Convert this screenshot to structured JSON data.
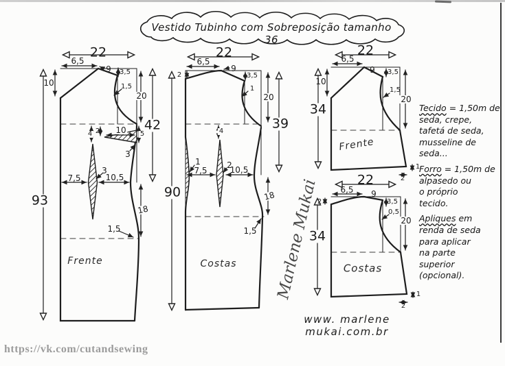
{
  "page": {
    "title": "Vestido Tubinho com Sobreposição  tamanho 36",
    "website": "www. marlene mukai.com.br",
    "watermark": "https://vk.com/cutandsewing",
    "signature": "Marlene Mukai"
  },
  "pieces": {
    "frente_main": {
      "label": "Frente",
      "m": {
        "width": "22",
        "shoulder_width": "6,5",
        "shoulder_length": "9",
        "neck_depth": "3,5",
        "neck_front_depth": "10",
        "armhole_curve": "1,5",
        "armhole_depth": "20",
        "waist_length": "42",
        "total_length": "93",
        "bust_dart_half": "2",
        "bust_dart_length": "10",
        "chest_to_dart": "5",
        "bust_dart_width": "3",
        "dart_apex_gap": "4",
        "waist_left": "7,5",
        "waist_dart_width": "3",
        "waist_right": "10,5",
        "hip_depth": "18",
        "hip_curve": "1,5"
      }
    },
    "costas_main": {
      "label": "Costas",
      "m": {
        "width": "22",
        "shoulder_width": "6,5",
        "shoulder_length": "9",
        "neck_depth": "3,5",
        "neck_back_depth": "2",
        "armhole_curve": "1",
        "armhole_depth": "20",
        "waist_length": "39",
        "total_length": "90",
        "dart_apex_gap": "4",
        "cb_take_in": "1",
        "waist_left": "7,5",
        "waist_dart_width": "2",
        "waist_right": "10,5",
        "hip_depth": "18",
        "hip_curve": "1,5"
      }
    },
    "frente_top": {
      "label": "Frente",
      "m": {
        "width": "22",
        "shoulder_width": "6,5",
        "shoulder_length": "9",
        "neck_depth": "3,5",
        "neck_front_depth": "10",
        "armhole_curve": "1,5",
        "armhole_depth": "20",
        "total_length": "34",
        "hem_flare": "2",
        "hem_rise": "1"
      }
    },
    "costas_top": {
      "label": "Costas",
      "m": {
        "width": "22",
        "shoulder_width": "6,5",
        "shoulder_length": "9",
        "neck_depth": "3,5",
        "neck_back_depth": "2",
        "armhole_curve": "0,5",
        "armhole_depth": "20",
        "total_length": "34",
        "hem_flare": "2",
        "hem_rise": "1"
      }
    }
  },
  "notes": {
    "tecido_lead": "Tecido",
    "tecido_head_rest": " = 1,50m de",
    "tecido_lines": [
      "seda, crepe,",
      "tafetá de seda,",
      "musseline de",
      "seda..."
    ],
    "forro_lead": "Forro",
    "forro_head_rest": " = 1,50m de",
    "forro_lines": [
      "alpasedo ou",
      "o próprio",
      "tecido."
    ],
    "apliques_lead": "Apliques",
    "apliques_head_rest": " em",
    "apliques_lines": [
      "renda de seda",
      "para aplicar",
      "na parte",
      "superior",
      "(opcional)."
    ]
  },
  "colors": {
    "ink": "#1f1f1f",
    "watermark": "#9c9c9c",
    "paper": "#fcfcfb"
  }
}
